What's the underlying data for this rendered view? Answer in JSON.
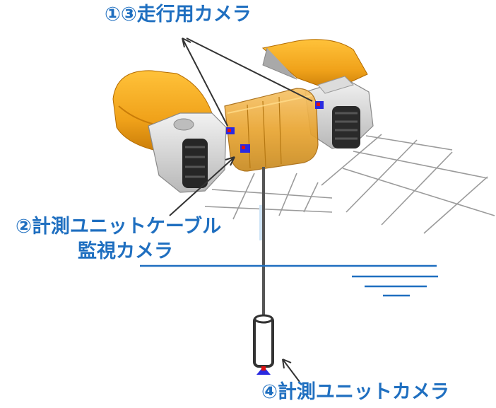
{
  "labels": {
    "cam13": "①③走行用カメラ",
    "cam2_line1": "②計測ユニットケーブル",
    "cam2_line2": "監視カメラ",
    "cam4": "④計測ユニットカメラ"
  },
  "colors": {
    "label_blue": "#1f6fc0",
    "water_line": "#1f6fc0",
    "robot_orange": "#f0a21a",
    "robot_dark_orange": "#c97c08",
    "chassis_gray": "#d9d9d9",
    "track_black": "#222222",
    "camera_marker_blue": "#2a2ae0",
    "camera_marker_red": "#e01010"
  }
}
